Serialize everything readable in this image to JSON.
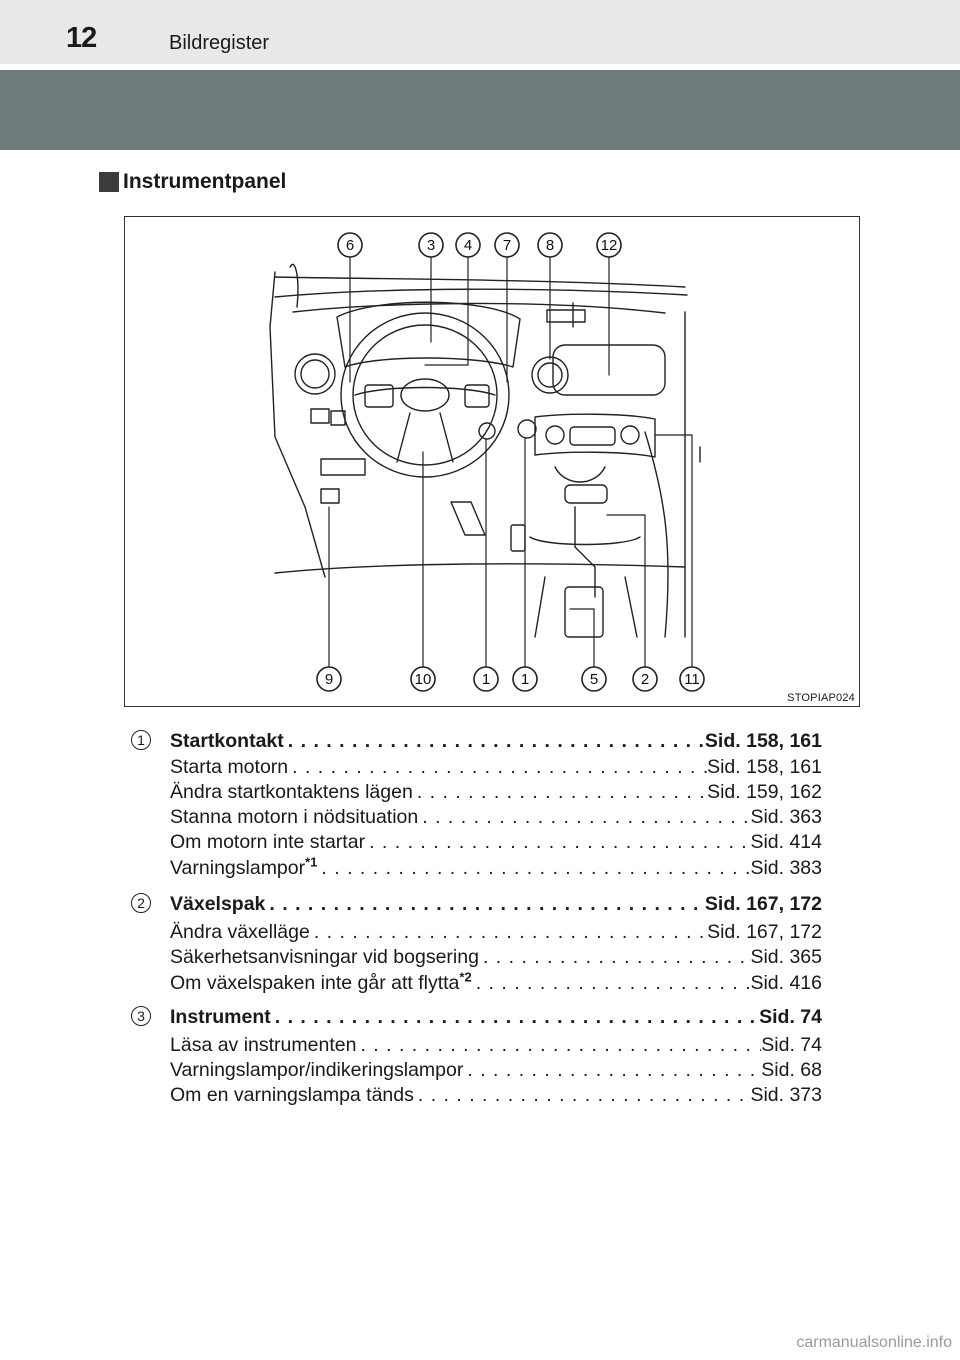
{
  "header": {
    "page_number": "12",
    "section": "Bildregister"
  },
  "section_title": "Instrumentpanel",
  "figure": {
    "code": "STOPIAP024",
    "callouts_top": [
      "6",
      "3",
      "4",
      "7",
      "8",
      "12"
    ],
    "callouts_bottom": [
      "9",
      "10",
      "1",
      "1",
      "5",
      "2",
      "11"
    ]
  },
  "entries": [
    {
      "number": "1",
      "title": "Startkontakt",
      "title_ref": "Sid. 158, 161",
      "items": [
        {
          "label": "Starta motorn",
          "sup": "",
          "ref": "Sid. 158, 161"
        },
        {
          "label": "Ändra startkontaktens lägen",
          "sup": "",
          "ref": "Sid. 159, 162"
        },
        {
          "label": "Stanna motorn i nödsituation",
          "sup": "",
          "ref": "Sid. 363"
        },
        {
          "label": "Om motorn inte startar",
          "sup": "",
          "ref": "Sid. 414"
        },
        {
          "label": "Varningslampor",
          "sup": "*1",
          "ref": "Sid. 383"
        }
      ]
    },
    {
      "number": "2",
      "title": "Växelspak",
      "title_ref": "Sid. 167, 172",
      "items": [
        {
          "label": "Ändra växelläge",
          "sup": "",
          "ref": "Sid. 167, 172"
        },
        {
          "label": "Säkerhetsanvisningar vid bogsering",
          "sup": "",
          "ref": "Sid. 365"
        },
        {
          "label": "Om växelspaken inte går att flytta",
          "sup": "*2",
          "ref": "Sid. 416"
        }
      ]
    },
    {
      "number": "3",
      "title": "Instrument",
      "title_ref": "Sid. 74",
      "items": [
        {
          "label": "Läsa av instrumenten",
          "sup": "",
          "ref": "Sid. 74"
        },
        {
          "label": "Varningslampor/indikeringslampor",
          "sup": "",
          "ref": "Sid. 68"
        },
        {
          "label": "Om en varningslampa tänds",
          "sup": "",
          "ref": "Sid. 373"
        }
      ]
    }
  ],
  "watermark": "carmanualsonline.info"
}
